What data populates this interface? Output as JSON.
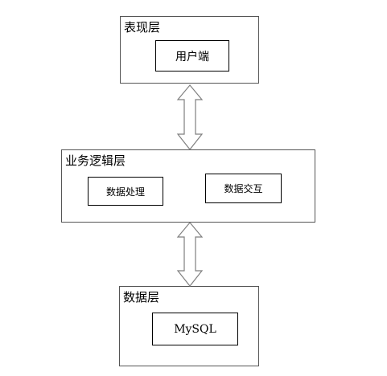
{
  "layers": {
    "presentation": {
      "title": "表现层",
      "modules": [
        "用户端"
      ]
    },
    "business": {
      "title": "业务逻辑层",
      "modules": [
        "数据处理",
        "数据交互"
      ]
    },
    "data": {
      "title": "数据层",
      "modules": [
        "MySQL"
      ]
    }
  },
  "connections": [
    {
      "from": "presentation",
      "to": "business",
      "direction": "bidirectional"
    },
    {
      "from": "business",
      "to": "data",
      "direction": "bidirectional"
    }
  ],
  "colors": {
    "layer_border": "#555555",
    "module_border": "#000000",
    "arrow_stroke": "#7f7f7f",
    "arrow_fill": "#ffffff"
  }
}
